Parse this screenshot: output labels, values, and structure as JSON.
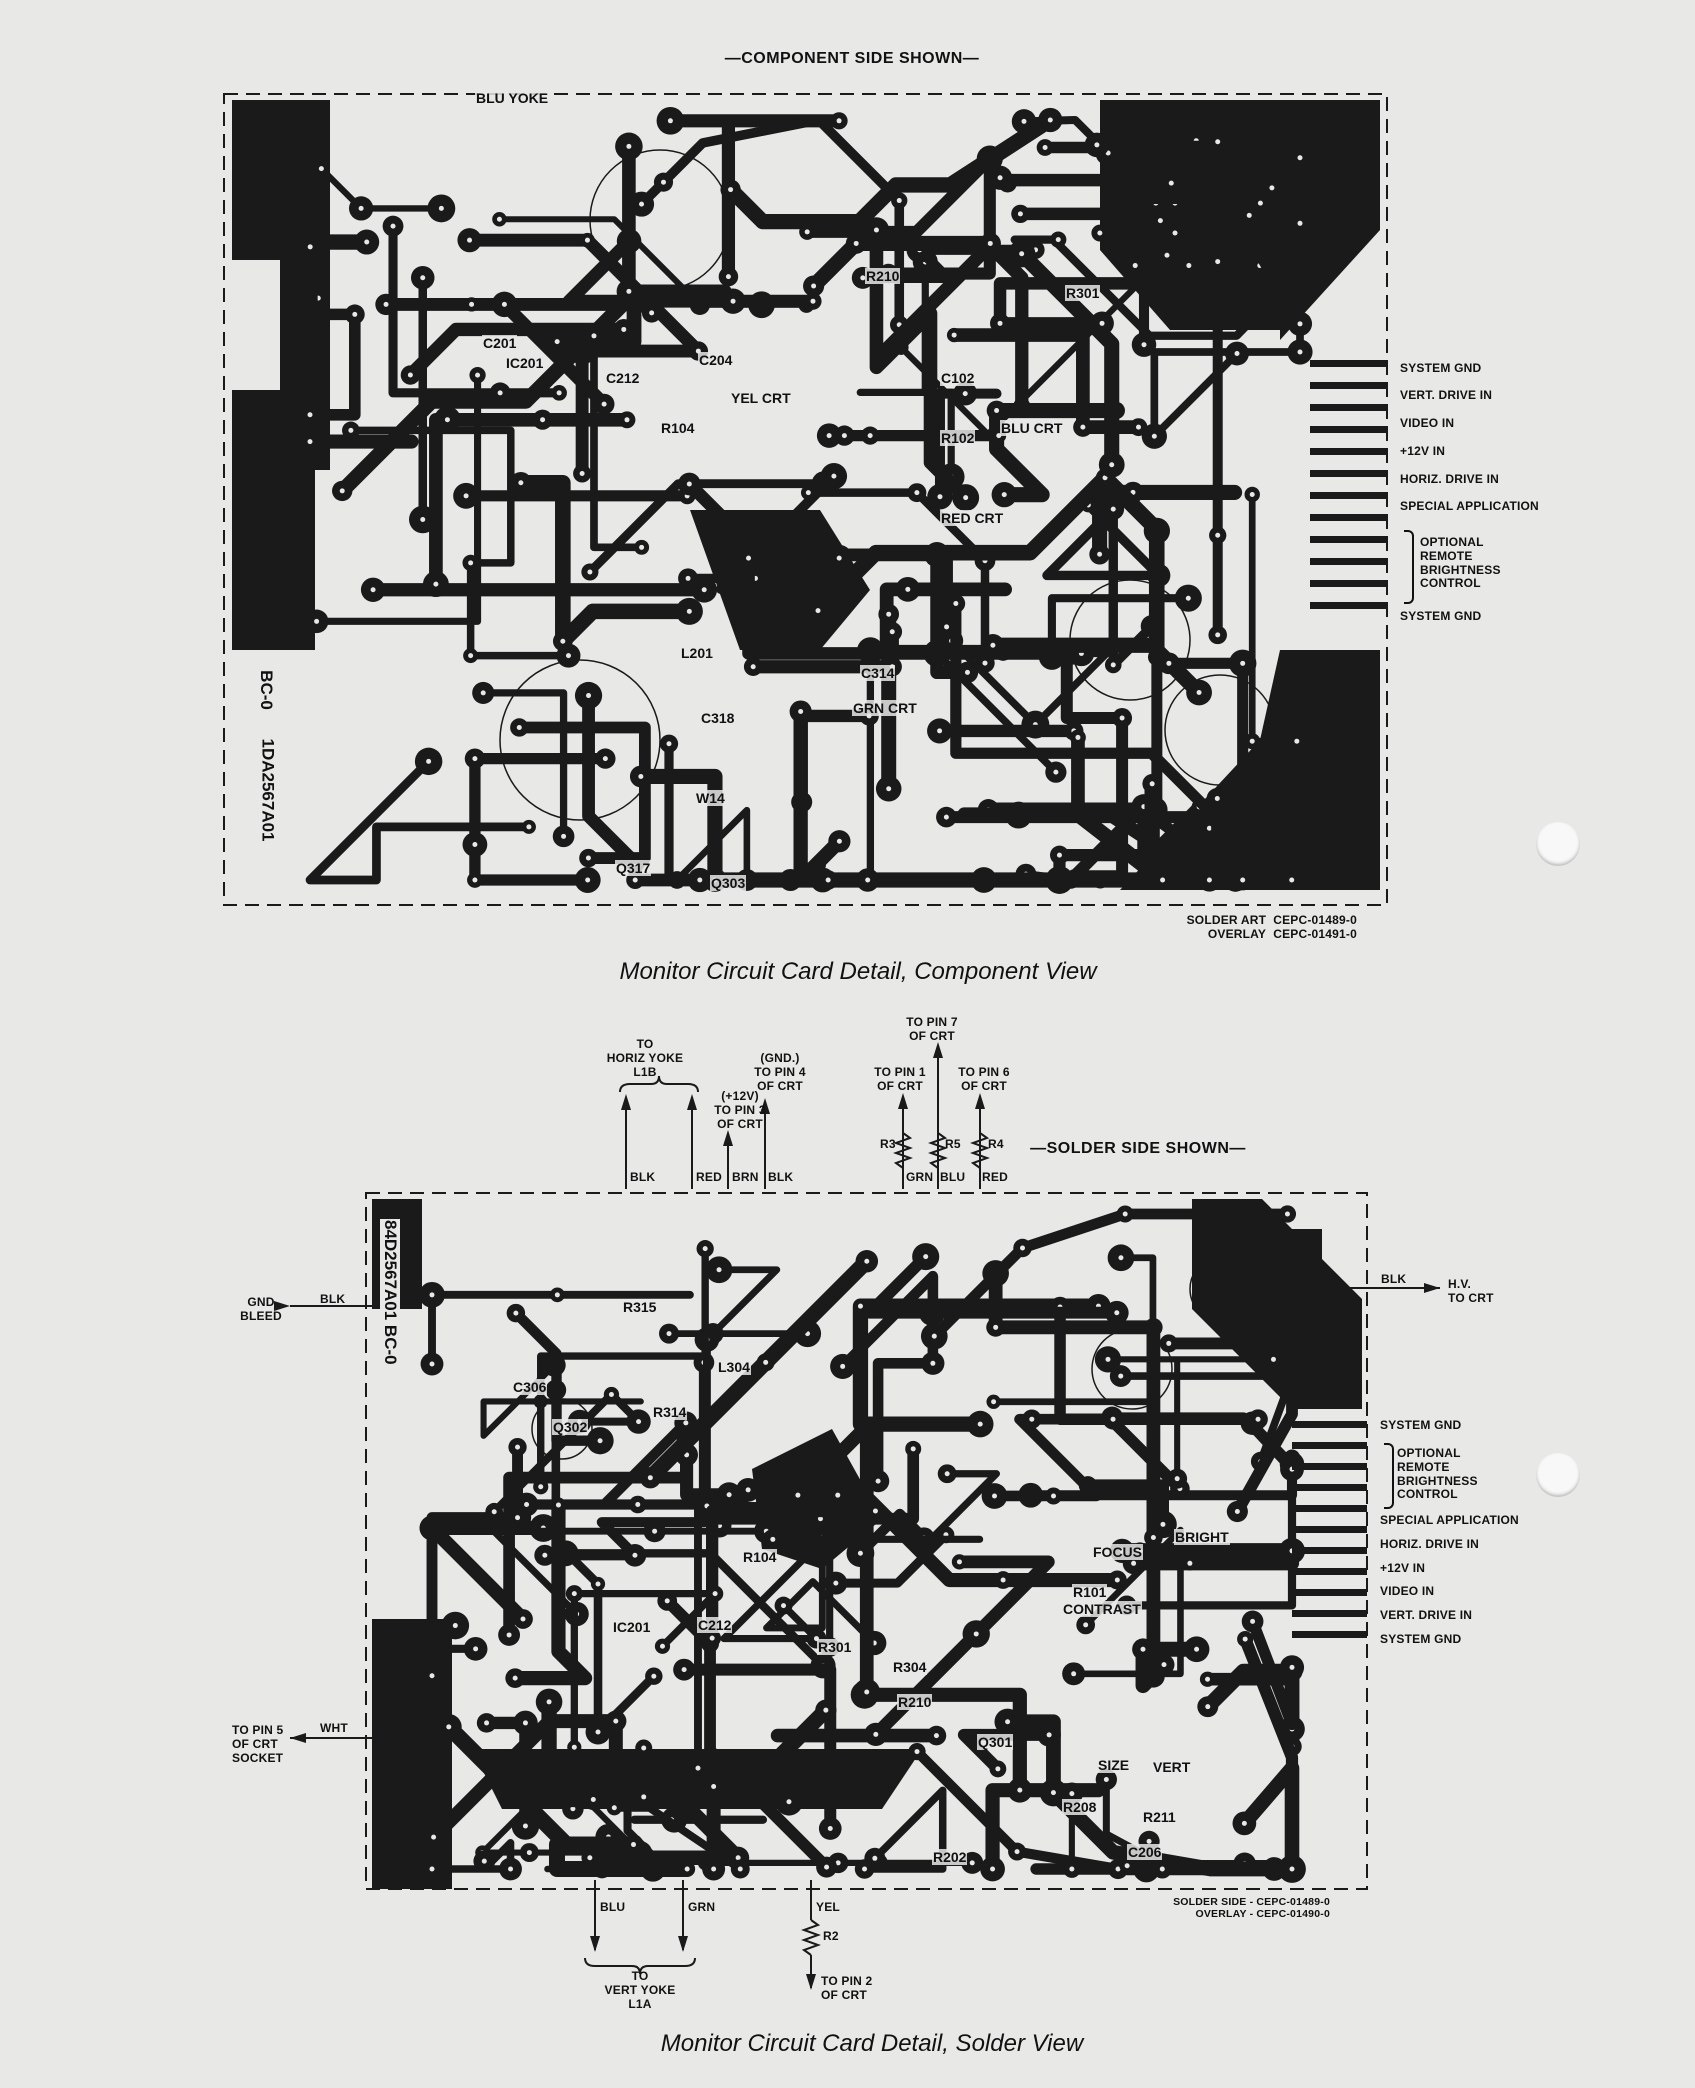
{
  "component_view": {
    "section_title": "—COMPONENT SIDE SHOWN—",
    "connector_labels": [
      "SYSTEM GND",
      "VERT. DRIVE IN",
      "VIDEO IN",
      "+12V IN",
      "HORIZ. DRIVE IN",
      "SPECIAL APPLICATION"
    ],
    "optional_label": [
      "OPTIONAL",
      "REMOTE",
      "BRIGHTNESS",
      "CONTROL"
    ],
    "last_label": "SYSTEM GND",
    "art_refs": {
      "solder_art_label": "SOLDER ART",
      "solder_art_code": "CEPC-01489-0",
      "overlay_label": "OVERLAY",
      "overlay_code": "CEPC-01491-0"
    },
    "components": [
      "BLU YOKE",
      "C201",
      "R104",
      "YEL CRT",
      "R102",
      "C102",
      "R301",
      "R210",
      "IC201",
      "C212",
      "C204",
      "BLU CRT",
      "GRN CRT",
      "RED CRT",
      "L201",
      "C314",
      "W14",
      "Q303",
      "Q317",
      "C318",
      "BC-0",
      "1DA2567A01"
    ],
    "caption": "Monitor Circuit Card Detail, Component View"
  },
  "wires_top": {
    "horiz_yoke": "TO HORIZ YOKE L1B",
    "horiz_yoke_lines": [
      "TO",
      "HORIZ YOKE",
      "L1B"
    ],
    "pin3_lines": [
      "(+12V)",
      "TO PIN 3",
      "OF CRT"
    ],
    "pin4_lines": [
      "(GND.)",
      "TO PIN 4",
      "OF CRT"
    ],
    "pin1_lines": [
      "TO PIN 1",
      "OF CRT"
    ],
    "pin7_lines": [
      "TO PIN 7",
      "OF CRT"
    ],
    "pin6_lines": [
      "TO PIN 6",
      "OF CRT"
    ],
    "wire_colors": [
      "BLK",
      "RED",
      "BRN",
      "BLK",
      "GRN",
      "BLU",
      "RED"
    ],
    "resistors": [
      "R3",
      "R5",
      "R4"
    ]
  },
  "solder_view": {
    "section_title": "—SOLDER SIDE SHOWN—",
    "gnd_bleed_lines": [
      "GND",
      "BLEED"
    ],
    "gnd_bleed_wire": "BLK",
    "hv_lines": [
      "H.V.",
      "TO CRT"
    ],
    "hv_wire": "BLK",
    "pin5_lines": [
      "TO PIN 5",
      "OF CRT",
      "SOCKET"
    ],
    "pin5_wire": "WHT",
    "first_label": "SYSTEM GND",
    "optional_label": [
      "OPTIONAL",
      "REMOTE",
      "BRIGHTNESS",
      "CONTROL"
    ],
    "connector_labels": [
      "SPECIAL APPLICATION",
      "HORIZ. DRIVE IN",
      "+12V IN",
      "VIDEO IN",
      "VERT. DRIVE IN",
      "SYSTEM GND"
    ],
    "art_refs": {
      "solder_side": "SOLDER SIDE - CEPC-01489-0",
      "overlay": "OVERLAY - CEPC-01490-0"
    },
    "components": [
      "84D2567A01  BC-0",
      "Q302",
      "R315",
      "L304",
      "R314",
      "C306",
      "R104",
      "FOCUS",
      "BRIGHT",
      "R101",
      "CONTRAST",
      "IC201",
      "C212",
      "R301",
      "R304",
      "R210",
      "R202",
      "C206",
      "R208",
      "R211",
      "SIZE",
      "VERT",
      "Q301"
    ],
    "bottom_wires": {
      "blu": "BLU",
      "grn": "GRN",
      "yel": "YEL",
      "r2": "R2",
      "vert_yoke_lines": [
        "TO",
        "VERT YOKE",
        "L1A"
      ],
      "pin2_lines": [
        "TO PIN 2",
        "OF CRT"
      ]
    },
    "caption": "Monitor Circuit Card Detail, Solder View"
  }
}
